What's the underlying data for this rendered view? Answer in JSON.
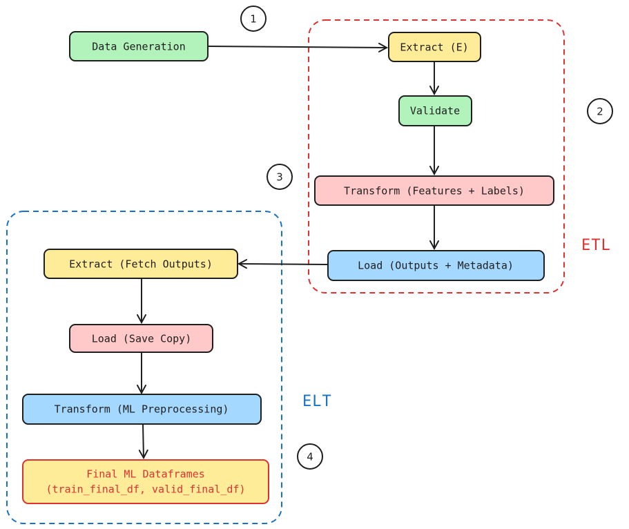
{
  "colors": {
    "green": "#b2f2bb",
    "yellow": "#ffec99",
    "pink": "#ffc9c9",
    "blue": "#a5d8ff",
    "etl_border": "#e03131",
    "elt_border": "#1971c2",
    "final_text": "#e03131"
  },
  "nodes": {
    "data_generation": "Data Generation",
    "extract_e": "Extract (E)",
    "validate": "Validate",
    "transform_features": "Transform (Features + Labels)",
    "load_outputs": "Load (Outputs + Metadata)",
    "extract_fetch": "Extract (Fetch Outputs)",
    "load_save": "Load (Save Copy)",
    "transform_ml": "Transform (ML Preprocessing)",
    "final_line1": "Final ML Dataframes",
    "final_line2": "(train_final_df, valid_final_df)"
  },
  "groups": {
    "etl": "ETL",
    "elt": "ELT"
  },
  "steps": {
    "s1": "1",
    "s2": "2",
    "s3": "3",
    "s4": "4"
  }
}
